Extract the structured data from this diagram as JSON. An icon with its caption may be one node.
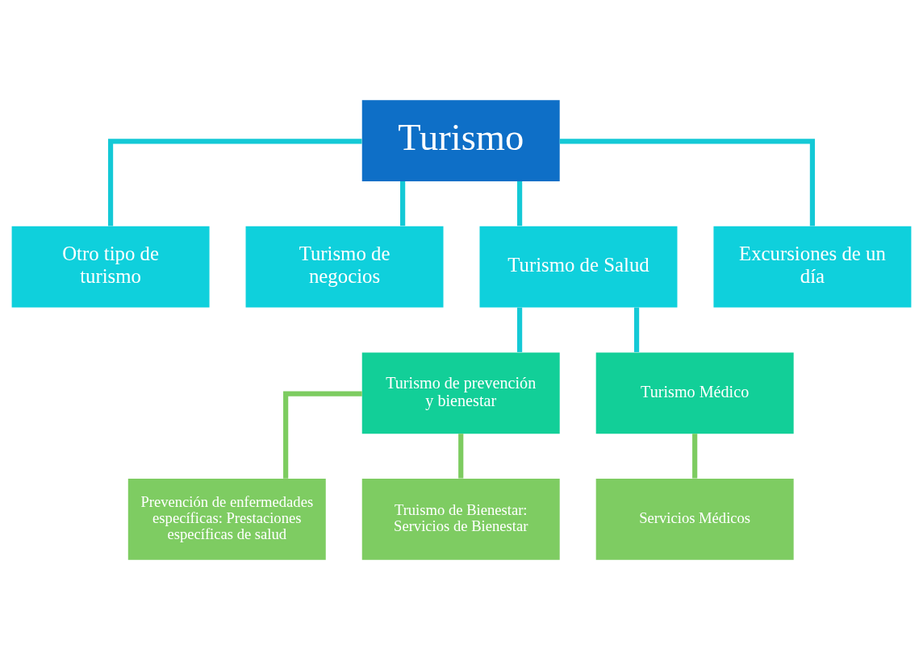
{
  "diagram": {
    "nodes": [
      {
        "text": [
          "Turismo"
        ]
      },
      {
        "text": [
          "Otro tipo de turismo"
        ]
      },
      {
        "text": [
          "Turismo de negocios"
        ]
      },
      {
        "text": [
          "Turismo de Salud"
        ]
      },
      {
        "text": [
          "Excursiones de un día"
        ]
      },
      {
        "text": [
          "Turismo de prevención y bienestar"
        ]
      },
      {
        "text": [
          "Turismo Médico"
        ]
      },
      {
        "text": [
          "Prevención de enfermedades específicas: Prestaciones específicas de salud"
        ]
      },
      {
        "text": [
          "Truismo de Bienestar: Servicios de Bienestar"
        ]
      },
      {
        "text": [
          "Servicios Médicos"
        ]
      }
    ],
    "edges": [
      {
        "from": 0,
        "to": 1,
        "arrow": "none"
      },
      {
        "from": 0,
        "to": 2,
        "arrow": "none"
      },
      {
        "from": 0,
        "to": 3,
        "arrow": "none"
      },
      {
        "from": 0,
        "to": 4,
        "arrow": "none"
      },
      {
        "from": 3,
        "to": 5,
        "arrow": "none"
      },
      {
        "from": 3,
        "to": 6,
        "arrow": "none"
      },
      {
        "from": 5,
        "to": 7,
        "arrow": "none",
        "color": "#7dcc60"
      },
      {
        "from": 5,
        "to": 8,
        "arrow": "none",
        "color": "#7dcc60"
      },
      {
        "from": 6,
        "to": 9,
        "arrow": "none",
        "color": "#7dcc60"
      }
    ]
  }
}
